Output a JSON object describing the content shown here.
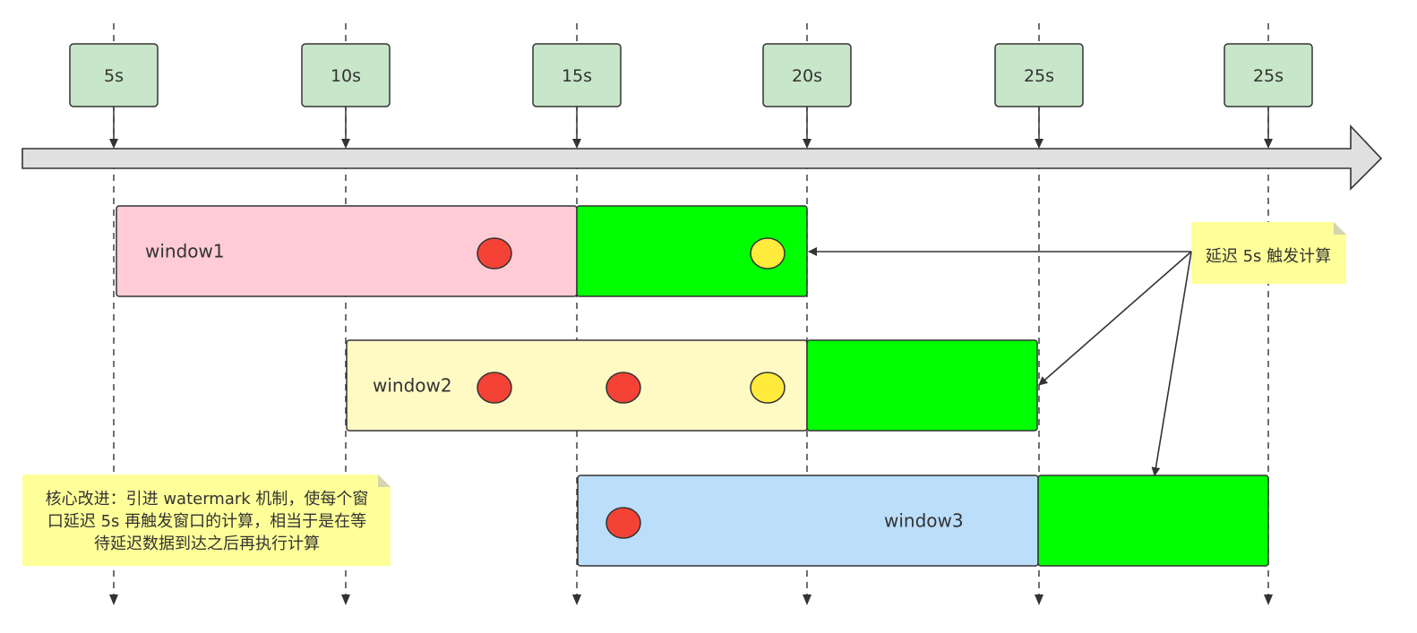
{
  "timeline": {
    "ticks": [
      "5s",
      "10s",
      "15s",
      "20s",
      "25s",
      "25s"
    ]
  },
  "windows": [
    {
      "label": "window1",
      "body_color": "#ffccd5",
      "delay_color": "#00ff00",
      "events": [
        "red",
        "yellow"
      ]
    },
    {
      "label": "window2",
      "body_color": "#fff9c4",
      "delay_color": "#00ff00",
      "events": [
        "red",
        "red",
        "yellow"
      ]
    },
    {
      "label": "window3",
      "body_color": "#bbdefb",
      "delay_color": "#00ff00",
      "events": [
        "red"
      ]
    }
  ],
  "notes": {
    "delay_note": "延迟 5s 触发计算",
    "main_note": [
      "核心改进：引进 watermark 机制，使每个窗",
      "口延迟 5s 再触发窗口的计算，相当于是在等",
      "待延迟数据到达之后再执行计算"
    ]
  },
  "colors": {
    "tick_fill": "#c8e6c9",
    "axis_fill": "#e0e0e0",
    "note_fill": "#ffff99",
    "red_event": "#f44336",
    "yellow_event": "#ffeb3b"
  }
}
